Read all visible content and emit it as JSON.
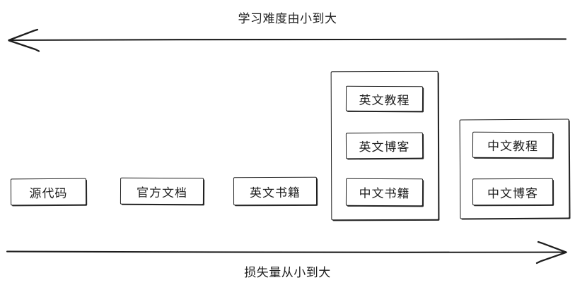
{
  "diagram": {
    "top_axis": {
      "label": "学习难度由小到大",
      "direction": "left",
      "arrow_icon": "arrow-left-icon"
    },
    "bottom_axis": {
      "label": "损失量从小到大",
      "direction": "right",
      "arrow_icon": "arrow-right-icon"
    },
    "standalone_nodes": [
      {
        "label": "源代码"
      },
      {
        "label": "官方文档"
      },
      {
        "label": "英文书籍"
      }
    ],
    "groups": [
      {
        "name": "group-1",
        "nodes": [
          {
            "label": "英文教程"
          },
          {
            "label": "英文博客"
          },
          {
            "label": "中文书籍"
          }
        ]
      },
      {
        "name": "group-2",
        "nodes": [
          {
            "label": "中文教程"
          },
          {
            "label": "中文博客"
          }
        ]
      }
    ],
    "colors": {
      "stroke": "#1e1e1e",
      "background": "#ffffff"
    }
  }
}
